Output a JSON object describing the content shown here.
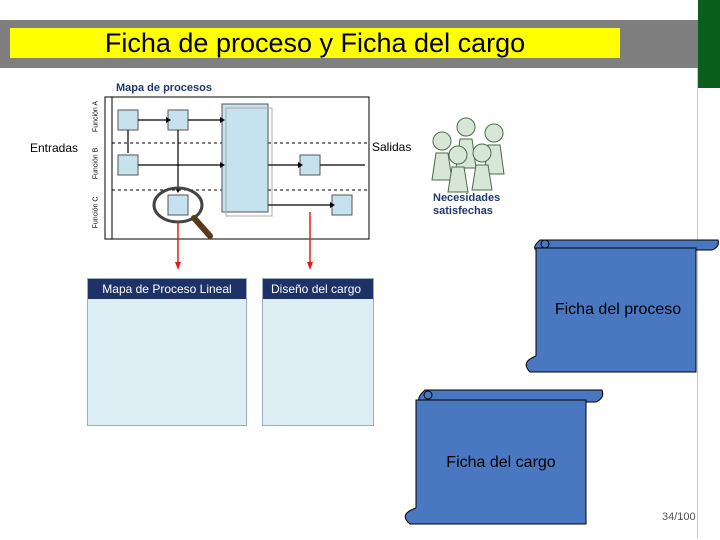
{
  "slide": {
    "title": "Ficha de proceso y Ficha del cargo",
    "page_number": "34/100"
  },
  "process_map": {
    "heading": "Mapa de procesos",
    "lanes": [
      "Función A",
      "Función B",
      "Función C"
    ],
    "inputs_label": "Entradas",
    "outputs_label": "Salidas",
    "needs_label_line1": "Necesidades",
    "needs_label_line2": "satisfechas"
  },
  "panels": {
    "linear_map_title": "Mapa de Proceso Lineal",
    "job_design_title": "Diseño del cargo"
  },
  "scrolls": {
    "process_sheet": "Ficha del proceso",
    "job_sheet": "Ficha del cargo"
  },
  "colors": {
    "title_bg": "#ffff00",
    "header_band": "#7f7f7f",
    "accent_green": "#0c5e1c",
    "scroll_fill": "#4a78c0",
    "panel_header": "#1f3268",
    "arrow_red": "#e02020"
  }
}
